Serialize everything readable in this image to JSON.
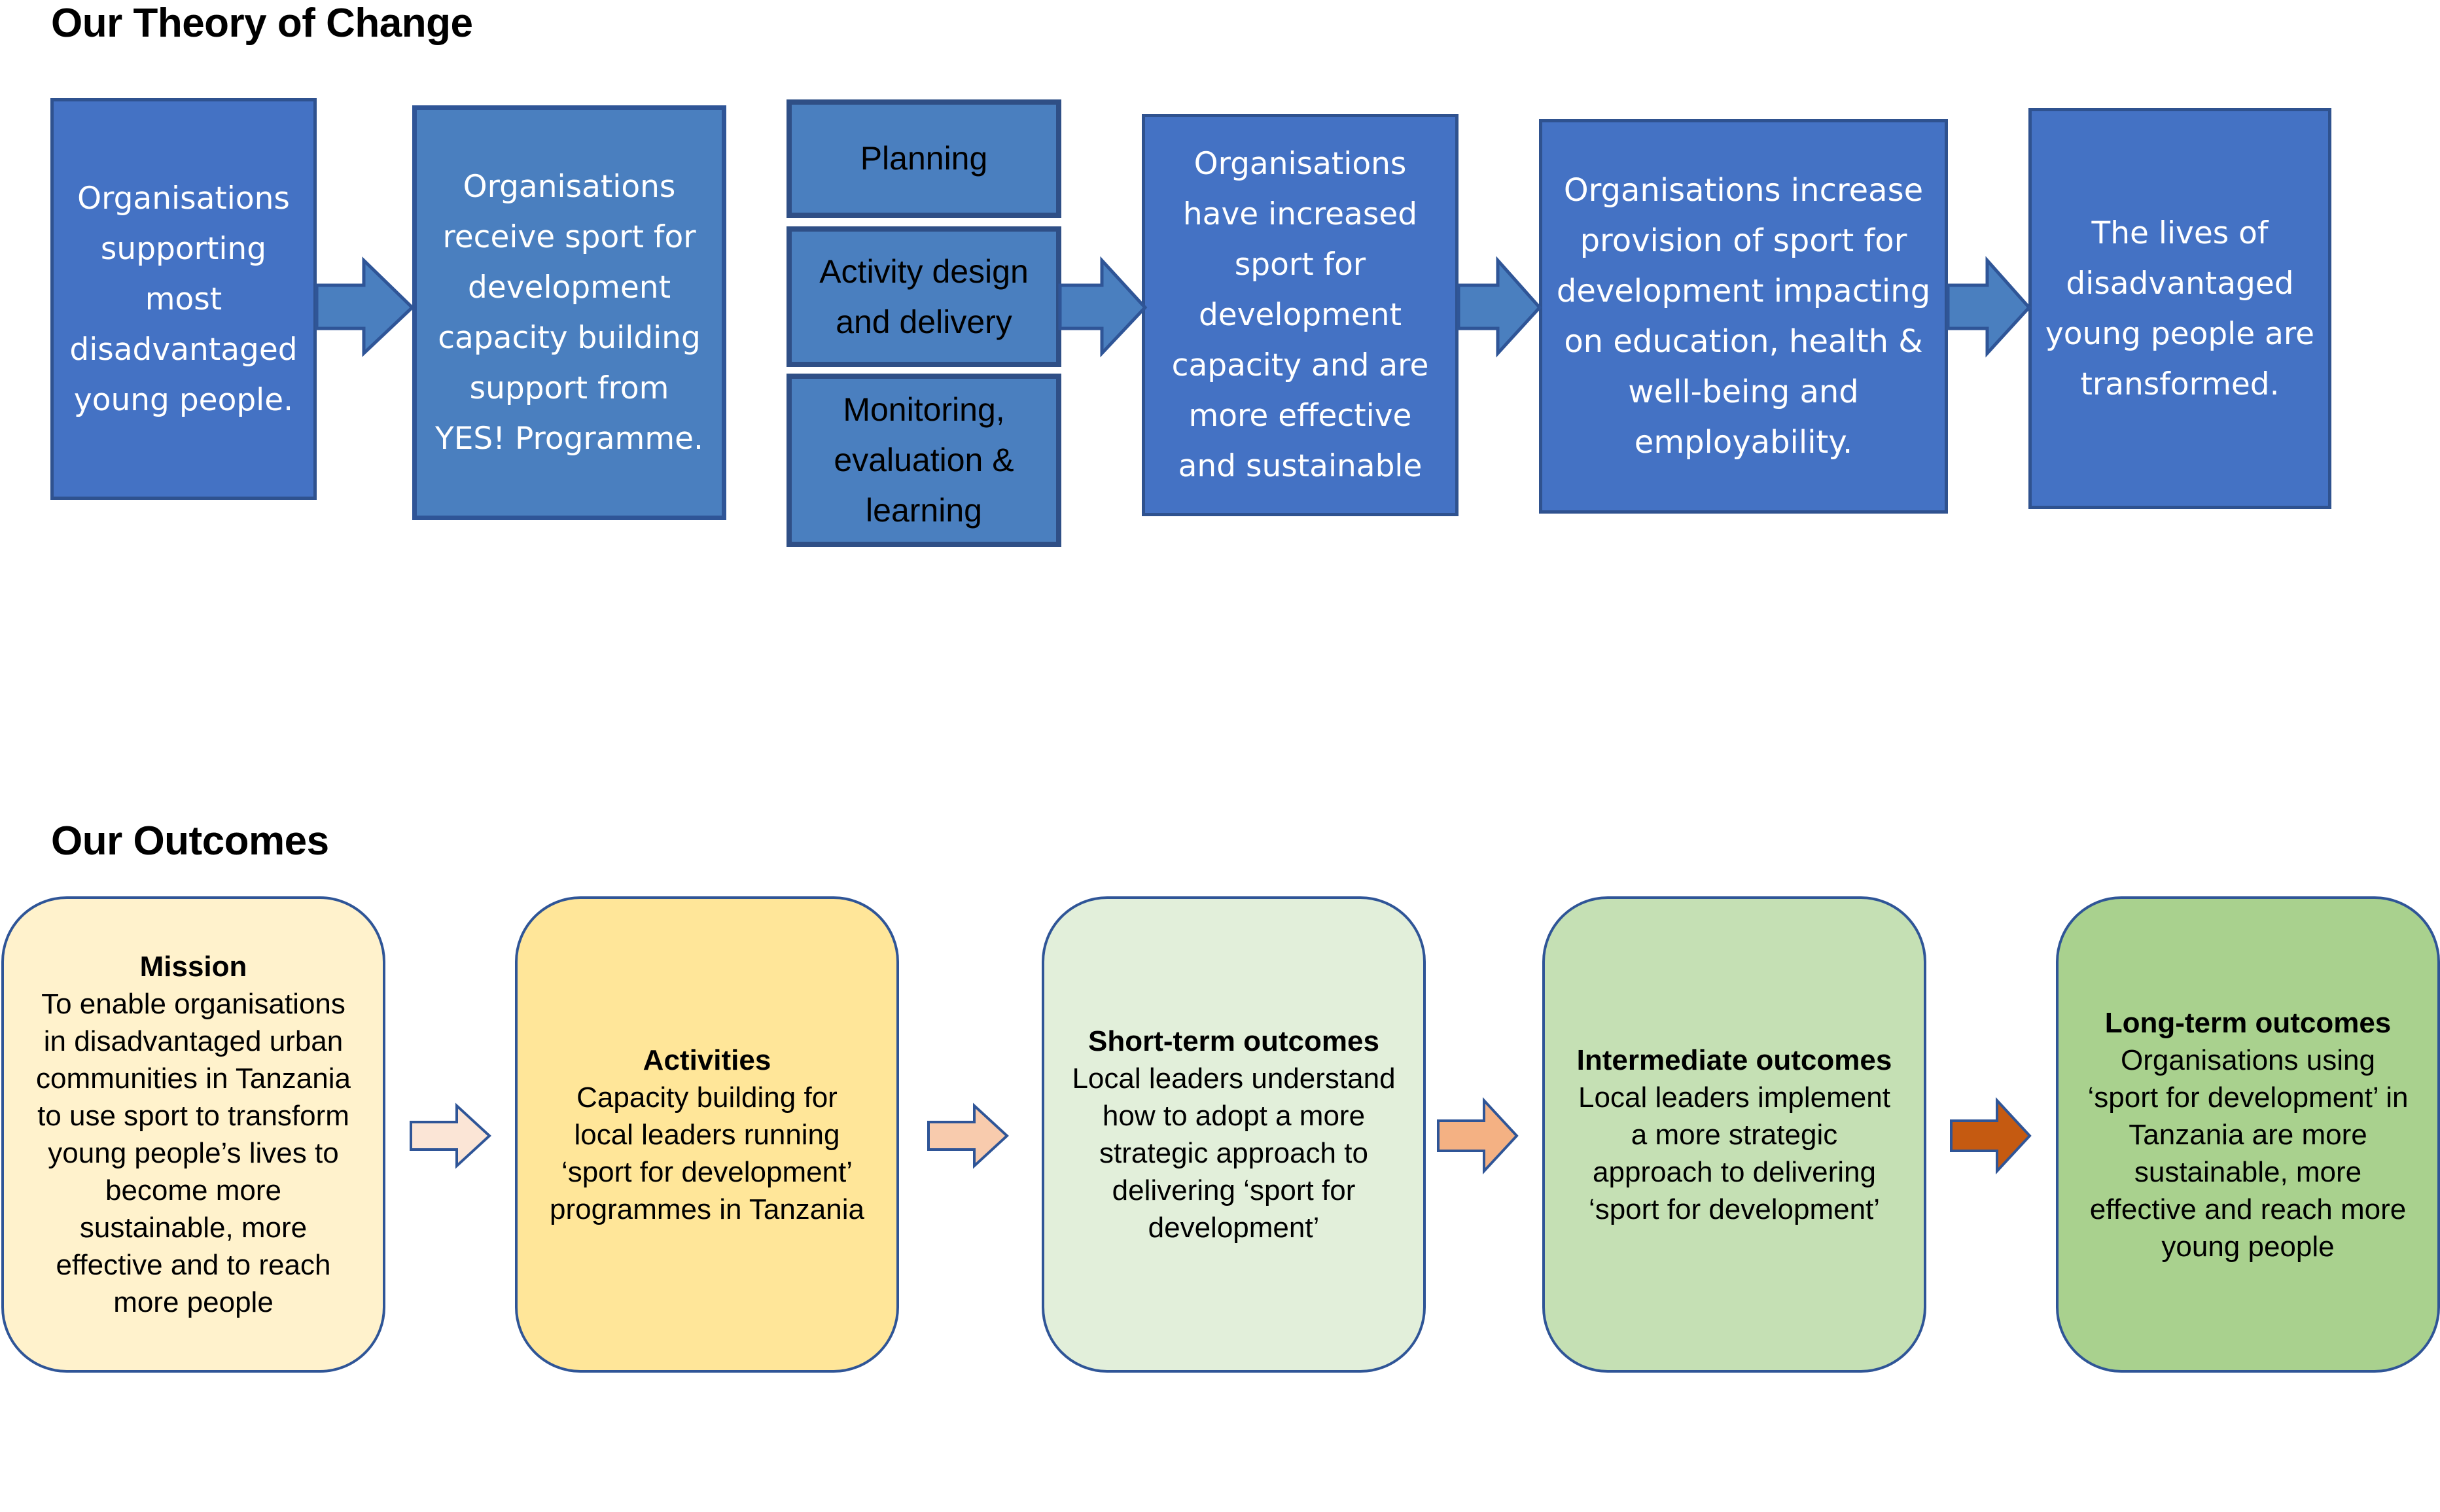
{
  "theory_of_change": {
    "heading": "Our Theory of Change",
    "steps": [
      {
        "id": "s1",
        "text": "Organisations supporting most disadvantaged young people."
      },
      {
        "id": "s2",
        "text": "Organisations receive sport for development capacity building support from YES! Programme."
      },
      {
        "id": "s3",
        "items": [
          "Planning",
          "Activity design and delivery",
          "Monitoring, evaluation & learning"
        ]
      },
      {
        "id": "s4",
        "text": "Organisations have increased sport for development capacity and are more effective and sustainable"
      },
      {
        "id": "s5",
        "text": "Organisations increase provision of sport for development impacting on  education, health & well-being and employability."
      },
      {
        "id": "s6",
        "text": "The lives of disadvantaged young people are transformed."
      }
    ]
  },
  "outcomes": {
    "heading": "Our Outcomes",
    "cards": [
      {
        "title": "Mission",
        "text": "To enable organisations in disadvantaged urban communities in Tanzania to use sport to transform young people’s lives to become more sustainable, more effective and to reach more people",
        "color": "#FFF2CC"
      },
      {
        "title": "Activities",
        "text": "Capacity building for local leaders running ‘sport for development’ programmes in Tanzania",
        "color": "#FFE699"
      },
      {
        "title": "Short-term outcomes",
        "text": "Local leaders understand how to adopt a more strategic approach to delivering ‘sport for development’",
        "color": "#E2EFDA"
      },
      {
        "title": "Intermediate outcomes",
        "text": "Local leaders implement  a more strategic approach to delivering  ‘sport for development’",
        "color": "#C5E0B4"
      },
      {
        "title": "Long-term outcomes",
        "text": "Organisations using ‘sport for development’ in Tanzania are more sustainable, more effective and reach more young people",
        "color": "#A9D18E"
      }
    ],
    "arrow_colors": [
      "#FBE5D6",
      "#F8CBAD",
      "#F4B183",
      "#C55A11"
    ]
  },
  "colors": {
    "box_fill": "#4472C4",
    "box_fill_alt": "#4A7FBF",
    "box_border": "#2F528F",
    "arrow_fill": "#4A7FBF",
    "arrow_border": "#2F5597"
  }
}
